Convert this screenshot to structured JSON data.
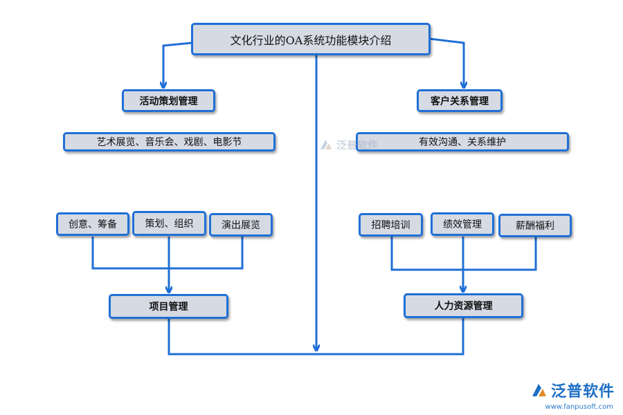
{
  "title": "文化行业的OA系统功能模块介绍",
  "left_branch": {
    "label": "活动策划管理",
    "detail": "艺术展览、音乐会、戏剧、电影节"
  },
  "right_branch": {
    "label": "客户关系管理",
    "detail": "有效沟通、关系维护"
  },
  "project": {
    "items": [
      "创意、筹备",
      "策划、组织",
      "演出展览"
    ],
    "label": "项目管理"
  },
  "hr": {
    "items": [
      "招聘培训",
      "绩效管理",
      "薪酬福利"
    ],
    "label": "人力资源管理"
  },
  "watermark": {
    "text": "泛普软件"
  },
  "logo": {
    "text": "泛普软件",
    "url": "www.fanpusoft.com"
  },
  "colors": {
    "line": "#1f6fd6",
    "box_fill": "#d5dae3",
    "box_border": "#1f6fd6",
    "logo": "#1e6fc4"
  }
}
